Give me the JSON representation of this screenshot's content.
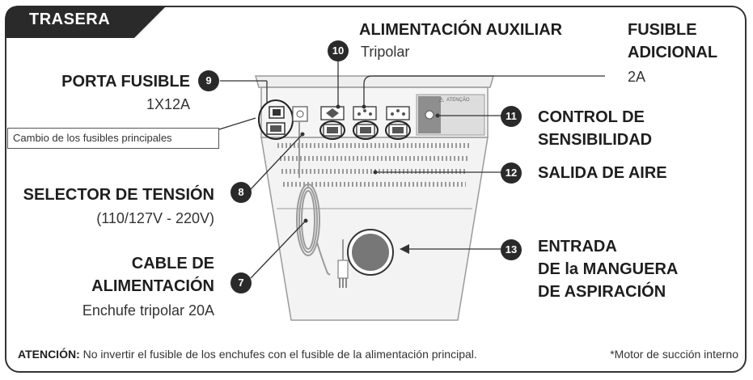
{
  "header": {
    "tab": "TRASERA"
  },
  "labels": {
    "aux_power_title": "ALIMENTACIÓN AUXILIAR",
    "aux_power_sub": "Tripolar",
    "extra_fuse_title_1": "FUSIBLE",
    "extra_fuse_title_2": "ADICIONAL",
    "extra_fuse_sub": "2A",
    "fuse_holder_title": "PORTA FUSIBLE",
    "fuse_holder_sub": "1X12A",
    "fuse_change_note": "Cambio de los fusibles principales",
    "sensitivity_1": "CONTROL DE",
    "sensitivity_2": "SENSIBILIDAD",
    "air_outlet": "SALIDA DE AIRE",
    "voltage_title": "SELECTOR DE TENSIÓN",
    "voltage_sub": "(110/127V - 220V)",
    "cable_title_1": "CABLE DE",
    "cable_title_2": "ALIMENTACIÓN",
    "cable_sub": "Enchufe tripolar 20A",
    "hose_1": "ENTRADA",
    "hose_2": "DE la MANGUERA",
    "hose_3": "DE ASPIRACIÓN",
    "panel_warning": "ATENÇÃO"
  },
  "callouts": {
    "n7": "7",
    "n8": "8",
    "n9": "9",
    "n10": "10",
    "n11": "11",
    "n12": "12",
    "n13": "13"
  },
  "footer": {
    "warning_label": "ATENCIÓN:",
    "warning_text": " No invertir el fusible de los enchufes con el fusible de la alimentación principal.",
    "note": "*Motor de succión interno"
  },
  "colors": {
    "dark": "#2a2a2a",
    "body_gray": "#f3f3f3",
    "outline": "#9a9a9a"
  }
}
